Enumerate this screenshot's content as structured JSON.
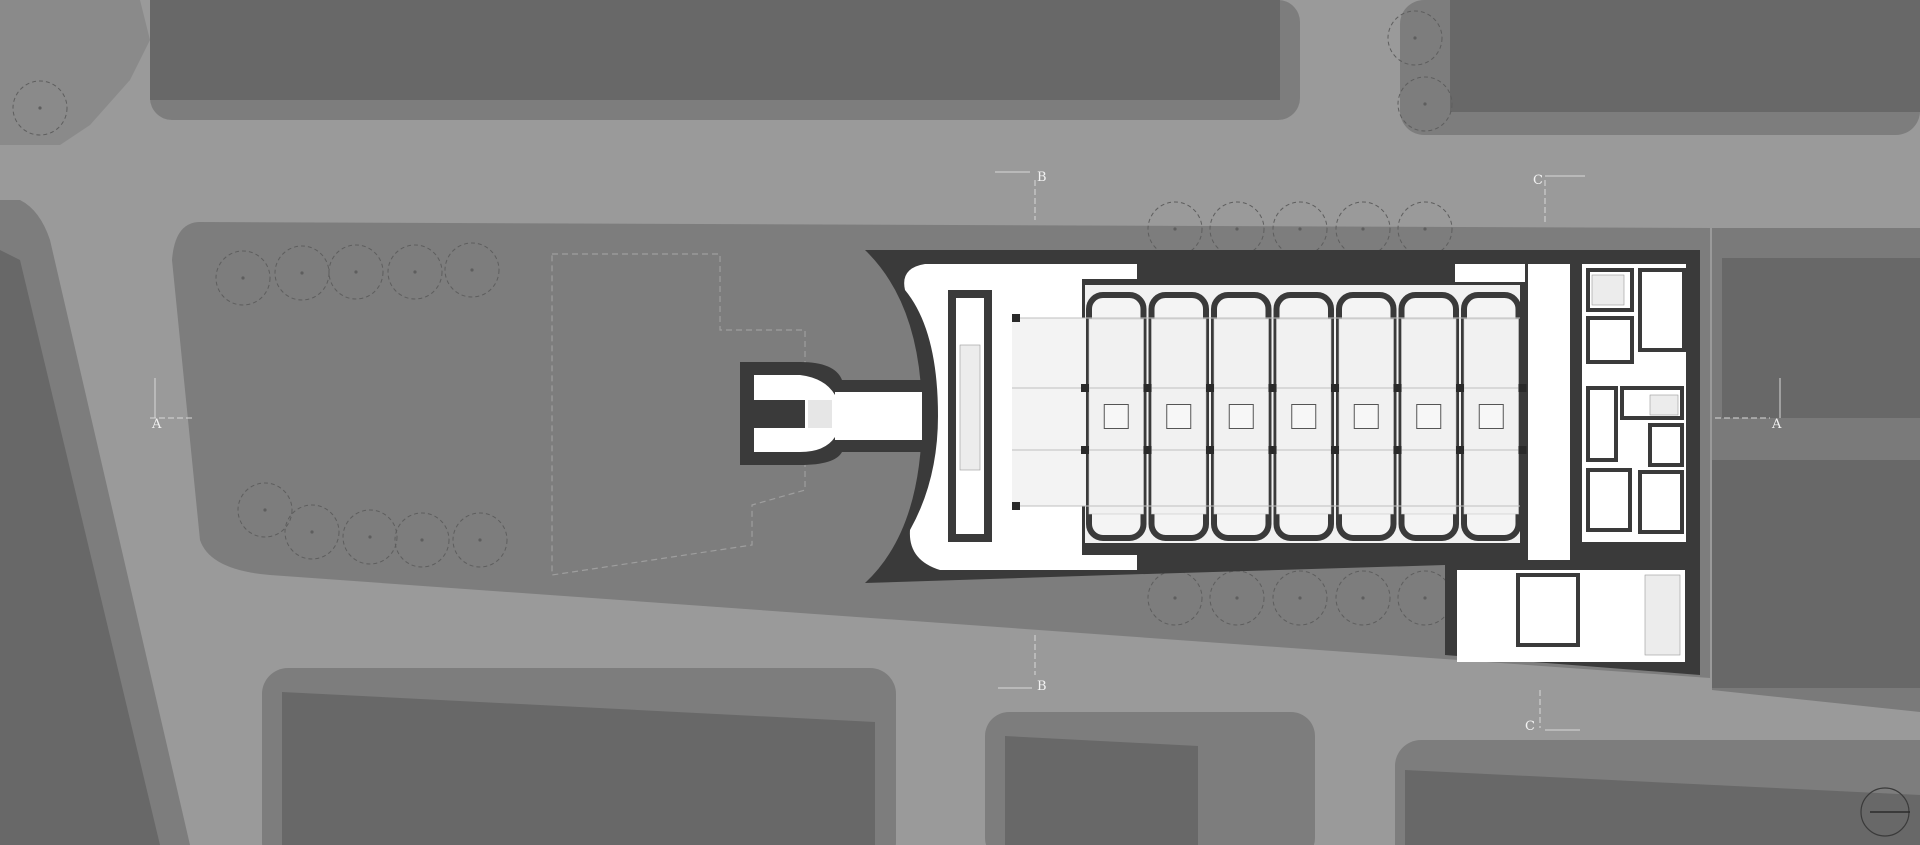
{
  "section_marks": [
    {
      "id": "a-left",
      "label": "A"
    },
    {
      "id": "a-right",
      "label": "A"
    },
    {
      "id": "b-top",
      "label": "B"
    },
    {
      "id": "b-bottom",
      "label": "B"
    },
    {
      "id": "c-top",
      "label": "C"
    },
    {
      "id": "c-bottom",
      "label": "C"
    }
  ],
  "colors": {
    "street": "#9a9a9a",
    "block": "#6c6c6c",
    "plaza": "#7d7d7d",
    "wall": "#3a3a3a",
    "interior": "#ffffff",
    "hall": "#f1f1f1"
  },
  "icons": {
    "north": "north-arrow-icon",
    "tree": "tree-icon"
  }
}
